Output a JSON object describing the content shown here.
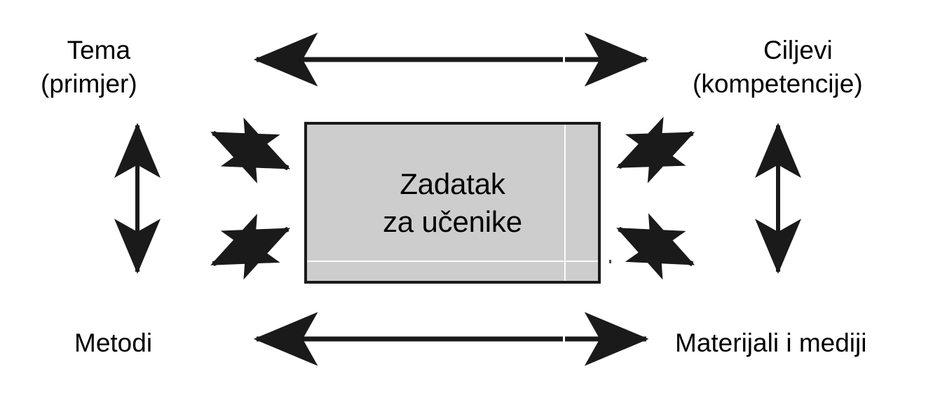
{
  "diagram": {
    "title": "Zadatak za učenike",
    "center": {
      "line1": "Zadatak",
      "line2": "za učenike",
      "fill_color": "#cdcdcd",
      "border_color": "#1a1a1a"
    },
    "labels": {
      "top_left_line1": "Tema",
      "top_left_line2": "(primjer)",
      "top_right_line1": "Ciljevi",
      "top_right_line2": "(kompetencije)",
      "bottom_left": "Metodi",
      "bottom_right": "Materijali i mediji"
    },
    "arrow_color": "#1a1a1a",
    "connectors": [
      {
        "name": "top-horizontal-arrow",
        "from": "Tema (primjer)",
        "to": "Ciljevi (kompetencije)",
        "heads": "double"
      },
      {
        "name": "bottom-horizontal-arrow",
        "from": "Metodi",
        "to": "Materijali i mediji",
        "heads": "double"
      },
      {
        "name": "left-vertical-arrow",
        "from": "Tema (primjer)",
        "to": "Metodi",
        "heads": "double"
      },
      {
        "name": "right-vertical-arrow",
        "from": "Ciljevi (kompetencije)",
        "to": "Materijali i mediji",
        "heads": "double"
      },
      {
        "name": "top-left-diagonal-arrow",
        "from": "Tema (primjer)",
        "to": "Zadatak za učenike",
        "heads": "double"
      },
      {
        "name": "bottom-left-diagonal-arrow",
        "from": "Metodi",
        "to": "Zadatak za učenike",
        "heads": "double"
      },
      {
        "name": "top-right-diagonal-arrow",
        "from": "Ciljevi (kompetencije)",
        "to": "Zadatak za učenike",
        "heads": "double"
      },
      {
        "name": "bottom-right-diagonal-arrow",
        "from": "Materijali i mediji",
        "to": "Zadatak za učenike",
        "heads": "double"
      }
    ]
  }
}
